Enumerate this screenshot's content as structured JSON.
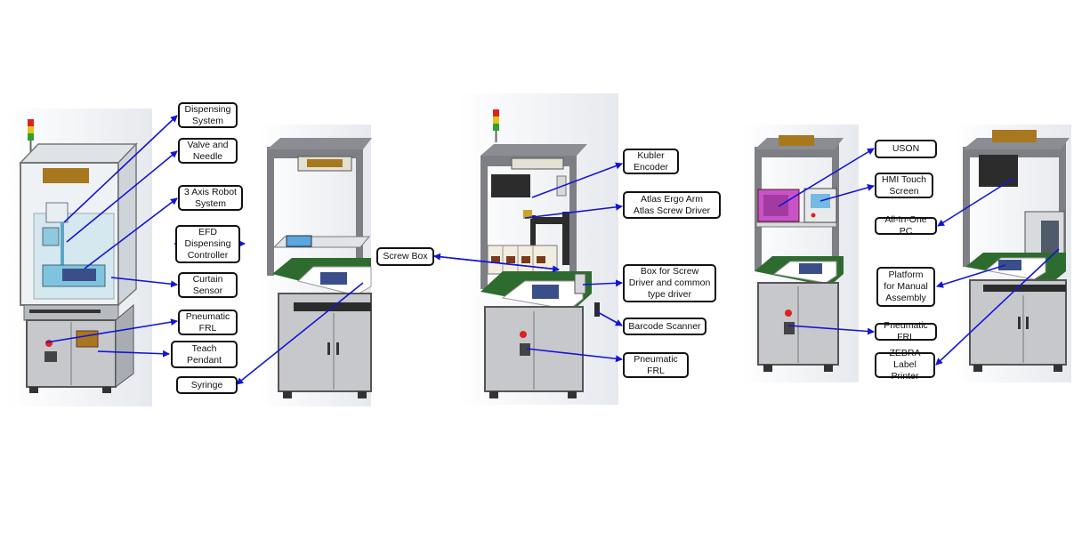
{
  "colors": {
    "arrow": "#1414d6",
    "frame": "#7d7f84",
    "panel": "#c6c8cc",
    "top": "#2e6b2e",
    "tag": "#a8781e",
    "screen": "#2c2c2c",
    "background": "#e9ecf1"
  },
  "labels": {
    "dispensing_system": "Dispensing\nSystem",
    "valve_needle": "Valve and\nNeedle",
    "robot_3axis": "3 Axis Robot\nSystem",
    "efd_controller": "EFD\nDispensing\nController",
    "curtain_sensor": "Curtain\nSensor",
    "pneumatic_frl_1": "Pneumatic\nFRL",
    "teach_pendant": "Teach\nPendant",
    "syringe": "Syringe",
    "screw_box": "Screw Box",
    "kubler_encoder": "Kubler\nEncoder",
    "atlas_arm": "Atlas Ergo Arm\nAtlas Screw Driver",
    "box_screw_driver": "Box for Screw\nDriver and common\ntype driver",
    "barcode_scanner": "Barcode Scanner",
    "pneumatic_frl_2": "Pneumatic\nFRL",
    "uson": "USON",
    "hmi_touch": "HMI Touch\nScreen",
    "all_in_one_pc": "All-In-One PC",
    "platform_manual": "Platform\nfor Manual\nAssembly",
    "pneumatic_frl_3": "Pneumatic FRL",
    "zebra_printer": "ZEBRA Label\nPrinter"
  }
}
